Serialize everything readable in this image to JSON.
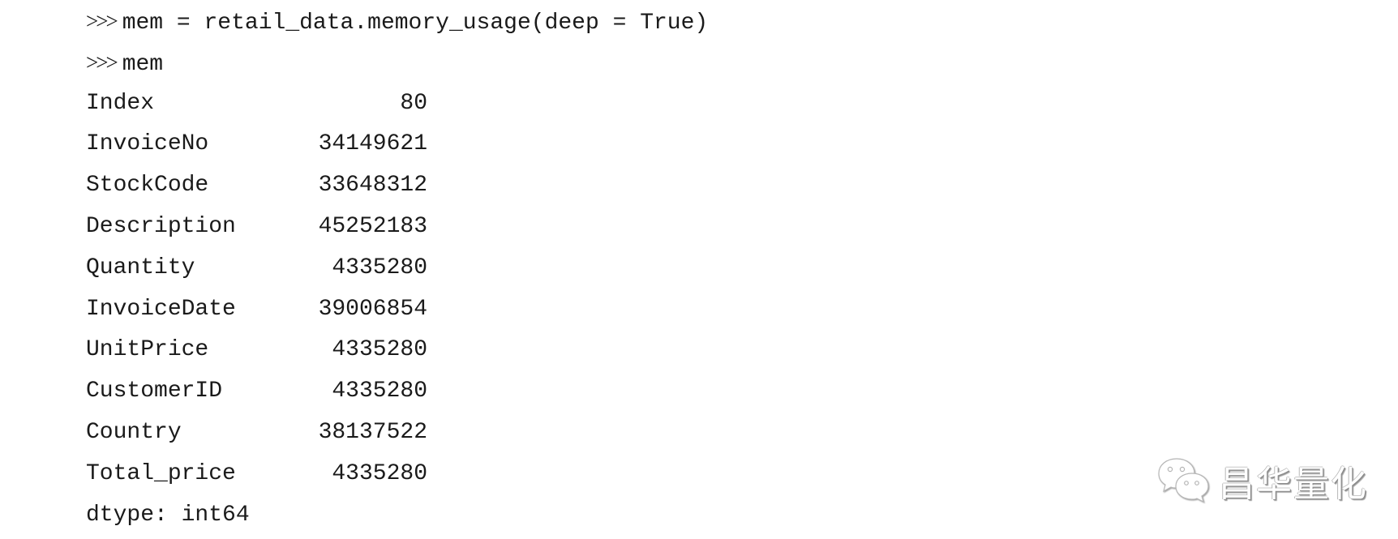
{
  "console": {
    "command_line": {
      "prompt": ">>>",
      "code": "mem = retail_data.memory_usage(deep = True)"
    },
    "echo_line": {
      "prompt": ">>>",
      "code": "mem"
    },
    "output_rows": [
      {
        "label": "Index",
        "value": "80"
      },
      {
        "label": "InvoiceNo",
        "value": "34149621"
      },
      {
        "label": "StockCode",
        "value": "33648312"
      },
      {
        "label": "Description",
        "value": "45252183"
      },
      {
        "label": "Quantity",
        "value": "4335280"
      },
      {
        "label": "InvoiceDate",
        "value": "39006854"
      },
      {
        "label": "UnitPrice",
        "value": "4335280"
      },
      {
        "label": "CustomerID",
        "value": "4335280"
      },
      {
        "label": "Country",
        "value": "38137522"
      },
      {
        "label": "Total_price",
        "value": "4335280"
      }
    ],
    "dtype_line": "dtype: int64"
  },
  "watermark": {
    "icon": "wechat-icon",
    "text": "昌华量化"
  }
}
